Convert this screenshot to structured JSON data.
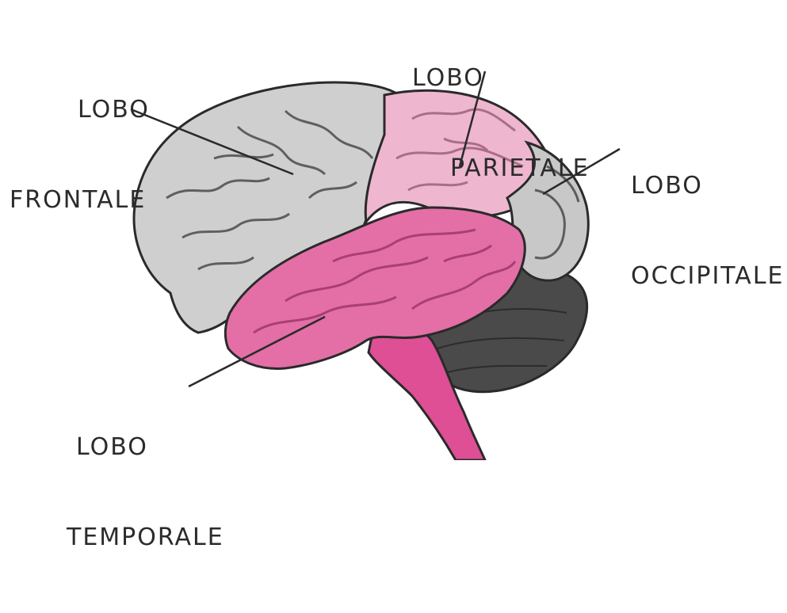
{
  "colors": {
    "frontal": "#cfcfcf",
    "frontal_shade": "#9a9a9a",
    "parietal": "#efb6cf",
    "temporal": "#e36fa6",
    "temporal_light": "#f2a9c9",
    "occipital": "#c8c8c8",
    "cerebellum": "#4a4a4a",
    "brainstem": "#de4f95",
    "outline": "#2a2a2a"
  },
  "labels": {
    "frontal": {
      "line1": "LOBO",
      "line2": "FRONTALE"
    },
    "parietal": {
      "line1": "LOBO",
      "line2": "PARIETALE"
    },
    "occipital": {
      "line1": "LOBO",
      "line2": "OCCIPITALE"
    },
    "temporal": {
      "line1": "LOBO",
      "line2": "TEMPORALE"
    }
  }
}
